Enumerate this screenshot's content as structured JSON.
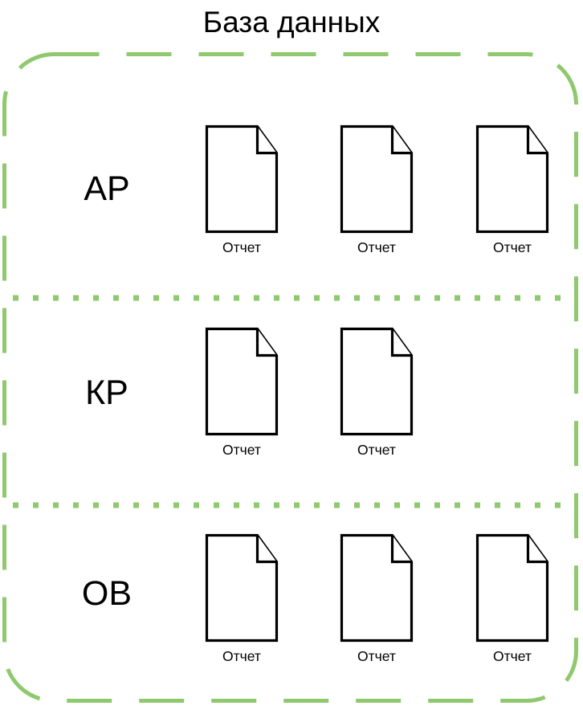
{
  "title": "База данных",
  "colors": {
    "border_green": "#8FC96E",
    "separator_green": "#8FC96E",
    "outline_black": "#000000",
    "page_fill": "#FFFFFF",
    "background": "#FFFFFF"
  },
  "container": {
    "name": "database-boundary",
    "style": "dashed-rounded-rectangle",
    "stroke": "#8FC96E"
  },
  "rows": [
    {
      "label": "АР",
      "separator_below": true,
      "documents": [
        {
          "icon": "document-icon",
          "label": "Отчет"
        },
        {
          "icon": "document-icon",
          "label": "Отчет"
        },
        {
          "icon": "document-icon",
          "label": "Отчет"
        }
      ]
    },
    {
      "label": "КР",
      "separator_below": true,
      "documents": [
        {
          "icon": "document-icon",
          "label": "Отчет"
        },
        {
          "icon": "document-icon",
          "label": "Отчет"
        }
      ]
    },
    {
      "label": "ОВ",
      "separator_below": false,
      "documents": [
        {
          "icon": "document-icon",
          "label": "Отчет"
        },
        {
          "icon": "document-icon",
          "label": "Отчет"
        },
        {
          "icon": "document-icon",
          "label": "Отчет"
        }
      ]
    }
  ]
}
